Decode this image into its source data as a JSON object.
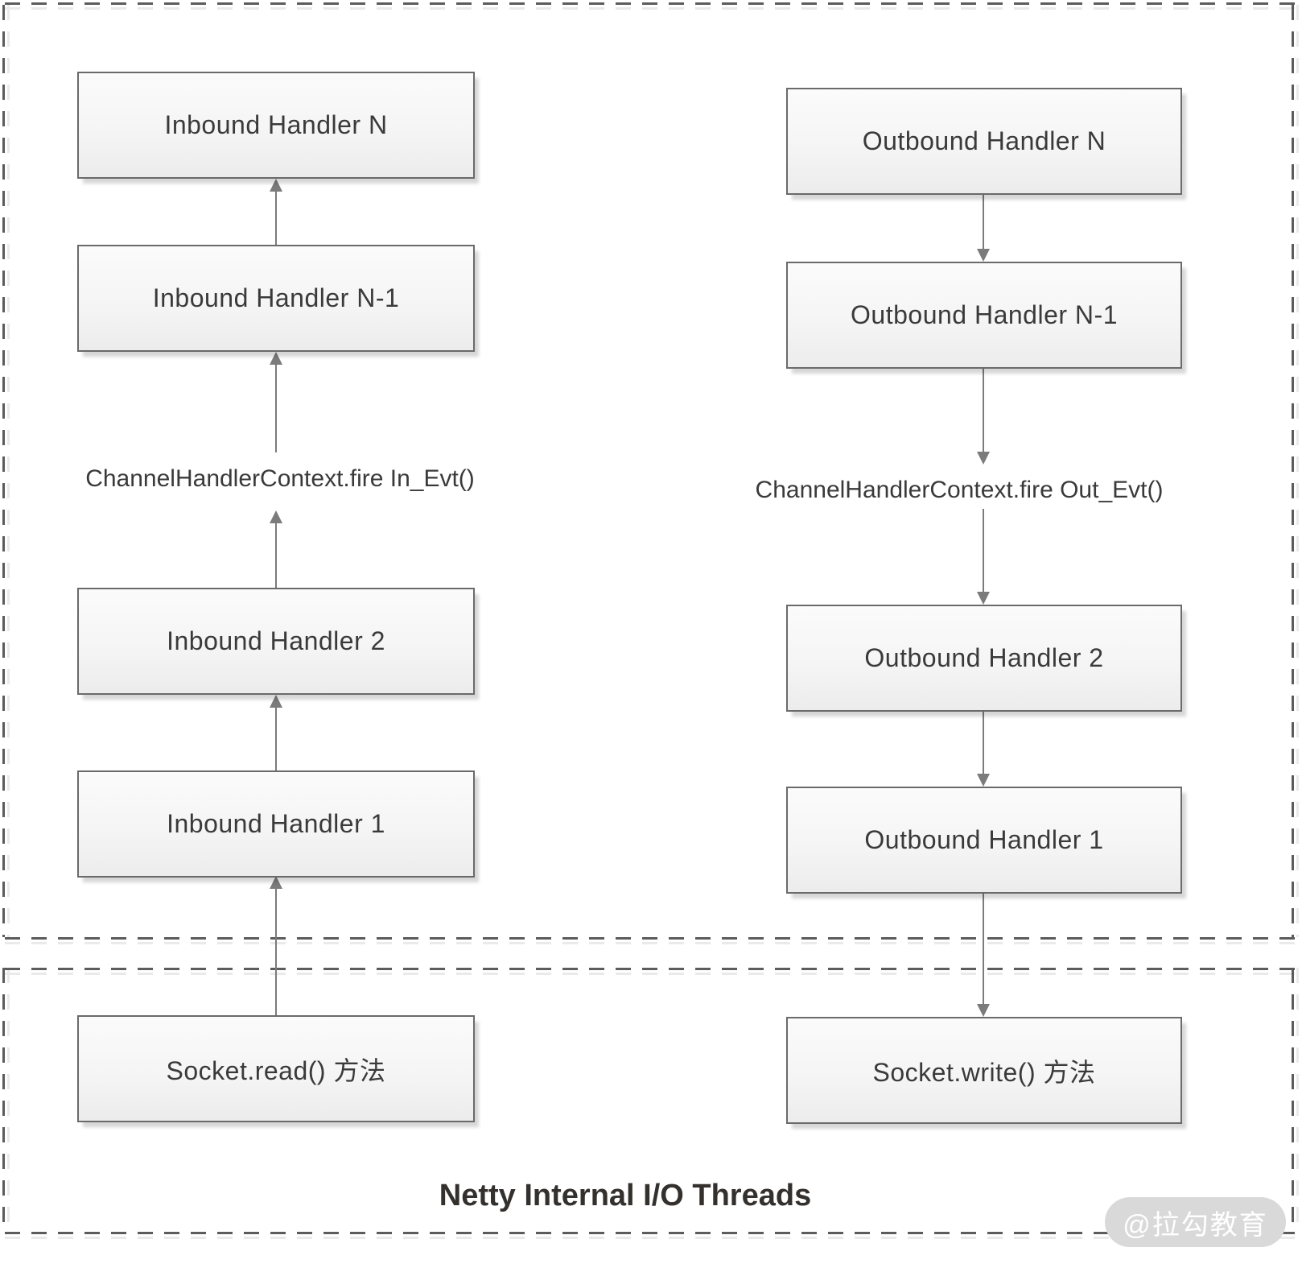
{
  "diagram": {
    "left": {
      "flow": "bottom-to-top",
      "boxes": [
        {
          "label": "Inbound Handler N"
        },
        {
          "label": "Inbound Handler N-1"
        },
        {
          "label": "Inbound Handler 2"
        },
        {
          "label": "Inbound Handler 1"
        },
        {
          "label": "Socket.read() 方法"
        }
      ],
      "fire_label": "ChannelHandlerContext.fire In_Evt()"
    },
    "right": {
      "flow": "top-to-bottom",
      "boxes": [
        {
          "label": "Outbound Handler N"
        },
        {
          "label": "Outbound Handler N-1"
        },
        {
          "label": "Outbound Handler 2"
        },
        {
          "label": "Outbound Handler 1"
        },
        {
          "label": "Socket.write() 方法"
        }
      ],
      "fire_label": "ChannelHandlerContext.fire Out_Evt()"
    },
    "footer": {
      "title": "Netty Internal I/O Threads"
    },
    "watermark": {
      "text": "@拉勾教育"
    },
    "colors": {
      "box_border": "#6a6a6a",
      "box_fill_top": "#fbfbfb",
      "box_fill_bottom": "#ececec",
      "arrow": "#7b7b7b",
      "dashed_border": "#5c5c5c",
      "text": "#3a3a3a",
      "watermark_bg": "#d9d9d9",
      "watermark_text": "#ffffff"
    }
  }
}
